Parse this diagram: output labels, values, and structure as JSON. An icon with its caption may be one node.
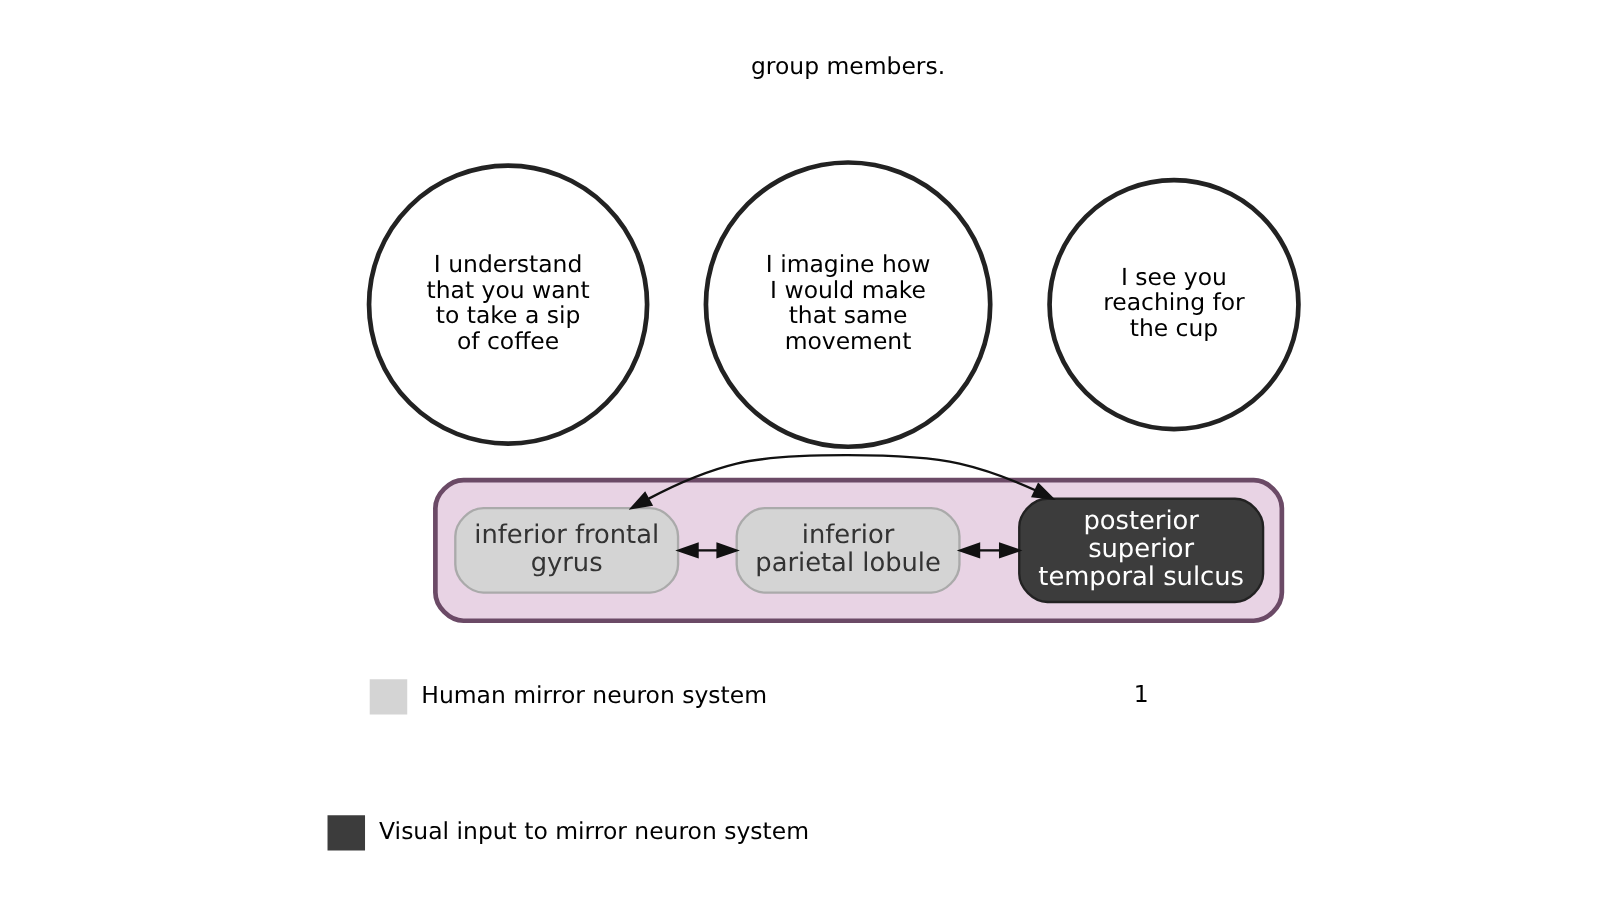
{
  "diagram": {
    "nodes": [
      {
        "text": [
          "I understand that you want to take a sip of coffee"
        ]
      },
      {
        "text": [
          "I imagine how I would make that same movement"
        ]
      },
      {
        "text": [
          "I see you reaching for the cup"
        ]
      },
      {
        "text": [],
        "shape": "picture"
      },
      {
        "text": [
          "inferior frontal gyrus"
        ],
        "in": 3
      },
      {
        "text": [
          "inferior parietal lobule"
        ],
        "in": 3
      },
      {
        "text": [
          "posterior superior temporal sulcus"
        ],
        "in": 3
      }
    ],
    "edges": [
      {
        "from": 4,
        "to": 5,
        "arrow": "both"
      },
      {
        "from": 5,
        "to": 6,
        "arrow": "both"
      },
      {
        "from": 6,
        "to": 4,
        "arrow": "both"
      }
    ],
    "labels": [
      "group members.",
      "1"
    ],
    "legend": [
      {
        "text": "Human mirror neuron system",
        "color": "#d4d4d4"
      },
      {
        "text": "Visual input to mirror neuron system",
        "color": "#3c3c3c"
      }
    ]
  }
}
